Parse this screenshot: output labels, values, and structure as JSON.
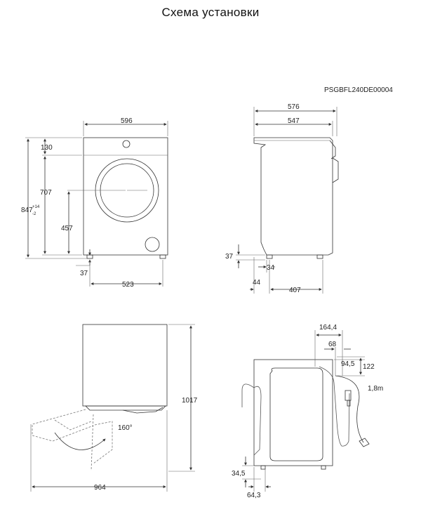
{
  "title": "Схема установки",
  "model_code": "PSGBFL240DE00004",
  "front": {
    "width": "596",
    "top_height": "130",
    "door_center_height": "707",
    "total_height": "847",
    "tolerance_top": "+14",
    "tolerance_bottom": "-2",
    "door_bottom_height": "457",
    "foot_height": "37",
    "feet_span": "523"
  },
  "side": {
    "depth_total": "576",
    "depth_body": "547",
    "foot_height": "37",
    "foot_offset": "34",
    "front_offset": "44",
    "feet_depth": "407"
  },
  "top": {
    "height_open": "1017",
    "door_angle": "160°",
    "width_open": "964"
  },
  "rear": {
    "hose_width": "164,4",
    "inlet_offset": "68",
    "inlet_height_a": "94,5",
    "inlet_height_b": "122",
    "cord_length": "1,8m",
    "drain_height": "34,5",
    "drain_offset": "64,3"
  }
}
